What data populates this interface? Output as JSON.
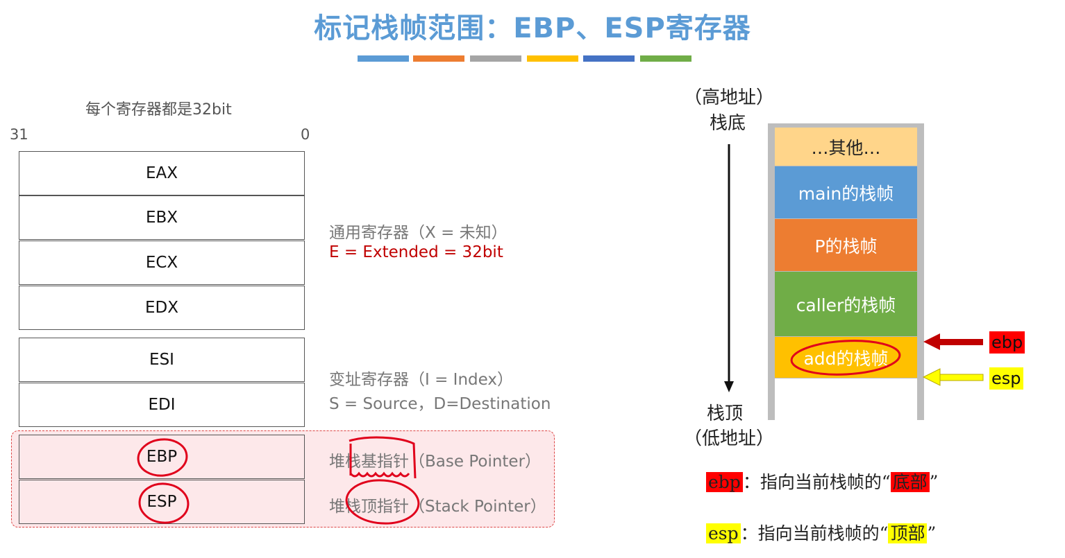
{
  "title": "标记栈帧范围：EBP、ESP寄存器",
  "color_bars": [
    "#5b9bd5",
    "#ed7d31",
    "#a5a5a5",
    "#ffc000",
    "#4472c4",
    "#70ad47"
  ],
  "registers": {
    "caption": "每个寄存器都是32bit",
    "bit_high": "31",
    "bit_low": "0",
    "general": [
      "EAX",
      "EBX",
      "ECX",
      "EDX"
    ],
    "index": [
      "ESI",
      "EDI"
    ],
    "pointer": [
      "EBP",
      "ESP"
    ]
  },
  "notes": {
    "general_title": "通用寄存器（X = 未知）",
    "general_ext": "E = Extended = 32bit",
    "index_title": "变址寄存器（I = Index）",
    "index_desc": "S = Source，D=Destination",
    "ebp_desc": "堆栈基指针（Base Pointer）",
    "esp_desc": "堆栈顶指针（Stack Pointer）"
  },
  "stack": {
    "top_label_1": "（高地址）",
    "top_label_2": "栈底",
    "bottom_label_1": "栈顶",
    "bottom_label_2": "（低地址）",
    "frames": [
      {
        "label": "…其他…",
        "color": "#ffd58a"
      },
      {
        "label": "main的栈帧",
        "color": "#5b9bd5"
      },
      {
        "label": "P的栈帧",
        "color": "#ed7d31"
      },
      {
        "label": "caller的栈帧",
        "color": "#70ad47"
      },
      {
        "label": "add的栈帧",
        "color": "#ffc000"
      }
    ],
    "ebp_tag": "ebp",
    "esp_tag": "esp"
  },
  "legend": {
    "ebp_name": "ebp",
    "ebp_text": "：指向当前栈帧的“",
    "ebp_word": "底部",
    "ebp_end": "”",
    "esp_name": "esp",
    "esp_text": "：指向当前栈帧的“",
    "esp_word": "顶部",
    "esp_end": "”"
  },
  "colors": {
    "ebp_highlight": "#ff0000",
    "esp_highlight": "#ffff00",
    "ink": "#e0001b"
  }
}
